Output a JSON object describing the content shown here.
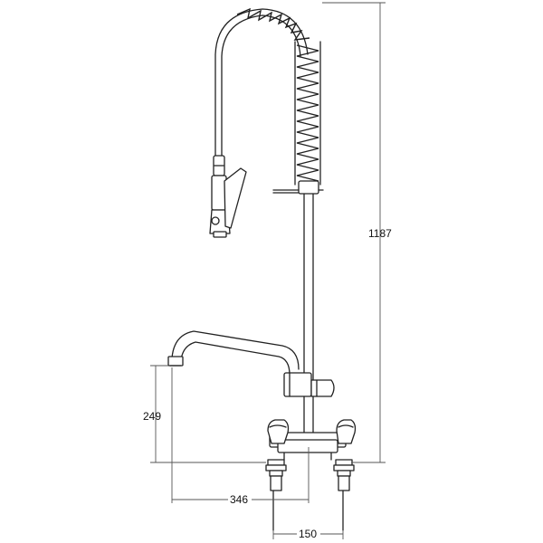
{
  "dimensions": {
    "overall_height": "1187",
    "spout_height": "249",
    "spout_reach": "346",
    "inlet_centres": "150"
  }
}
